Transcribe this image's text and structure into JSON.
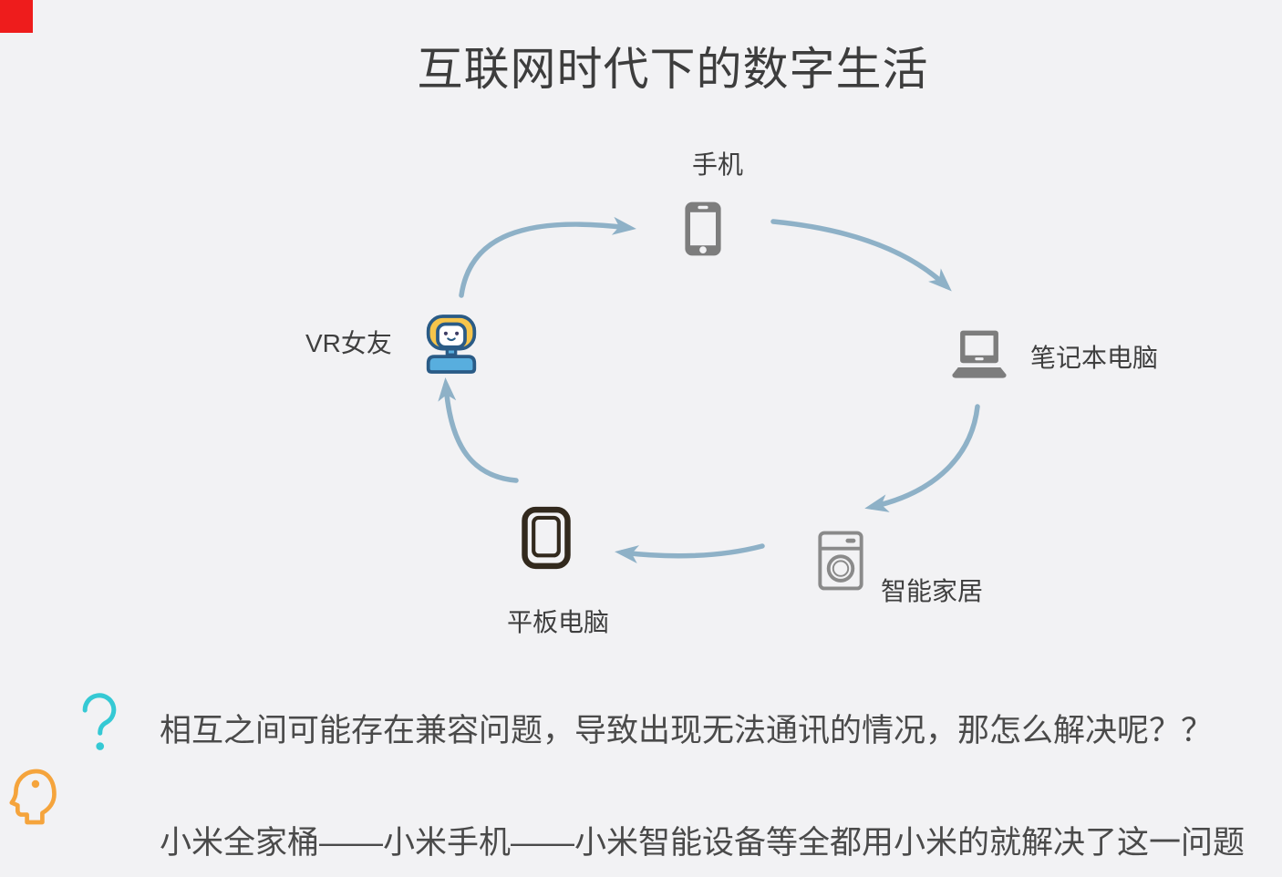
{
  "title": "互联网时代下的数字生活",
  "diagram": {
    "nodes": [
      {
        "id": "phone",
        "label": "手机",
        "icon": "smartphone-icon"
      },
      {
        "id": "laptop",
        "label": "笔记本电脑",
        "icon": "laptop-icon"
      },
      {
        "id": "smarthome",
        "label": "智能家居",
        "icon": "washing-machine-icon"
      },
      {
        "id": "tablet",
        "label": "平板电脑",
        "icon": "tablet-icon"
      },
      {
        "id": "vr",
        "label": "VR女友",
        "icon": "vr-girlfriend-icon"
      }
    ],
    "flow": "VR女友 → 手机 → 笔记本电脑 → 智能家居 → 平板电脑 → VR女友"
  },
  "qa": {
    "question": "相互之间可能存在兼容问题，导致出现无法通讯的情况，那怎么解决呢？？",
    "answer": "小米全家桶——小米手机——小米智能设备等全都用小米的就解决了这一问题"
  },
  "colors": {
    "background": "#f2f2f4",
    "text_dark": "#3d3d3d",
    "qa_text": "#4a4a4a",
    "device_gray": "#7d7d7d",
    "washer_gray": "#8a8a8a",
    "tablet_dark": "#32291d",
    "arrow_blue": "#8eb1c7",
    "question_teal": "#35c9d4",
    "head_orange": "#f5a43c",
    "girl_hair": "#f6c54b",
    "girl_body": "#58aede",
    "girl_outline": "#2a5b86",
    "marker_red": "#ee1c1c"
  }
}
